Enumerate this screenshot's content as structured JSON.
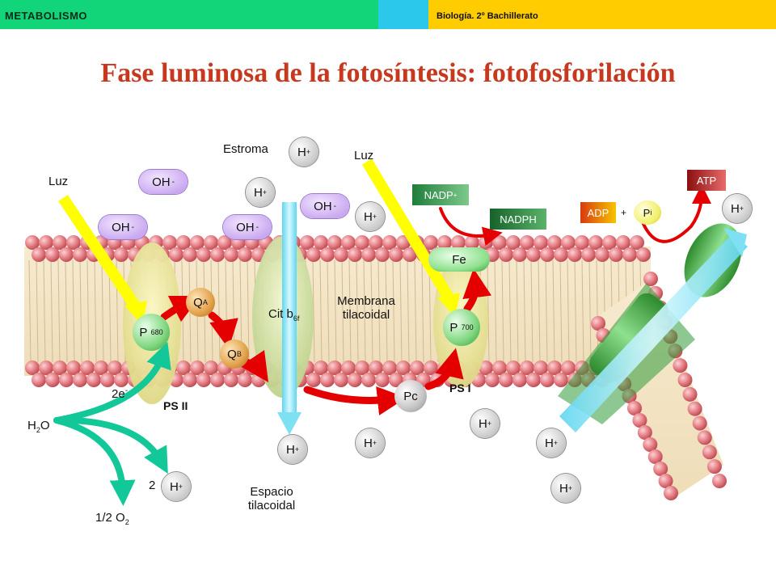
{
  "header": {
    "left": "METABOLISMO",
    "right": "Biología. 2º Bachillerato"
  },
  "title": "Fase luminosa de la fotosíntesis: fotofosforilación",
  "labels": {
    "estroma": "Estroma",
    "luz": "Luz",
    "cit_b6f": "Cit b",
    "cit_sub": "6f",
    "membrana_l1": "Membrana",
    "membrana_l2": "tilacoidal",
    "espacio_l1": "Espacio",
    "espacio_l2": "tilacoidal",
    "ps2": "PS II",
    "ps1": "PS I",
    "two_e": "2e",
    "two_e_sup": "-",
    "h2o_a": "H",
    "h2o_sub": "2",
    "h2o_b": "O",
    "o2_a": "1/2 O",
    "o2_sub": "2",
    "two": "2",
    "plus": "+"
  },
  "molecules": {
    "h": "H",
    "h_sup": "+",
    "oh": "OH",
    "oh_sup": "-",
    "p680": "P",
    "p680_sub": "680",
    "p700": "P",
    "p700_sub": "700",
    "qa": "Q",
    "qa_sub": "A",
    "qb": "Q",
    "qb_sub": "B",
    "pc": "Pc",
    "fe": "Fe",
    "nadp": "NADP",
    "nadp_sup": "+",
    "nadph": "NADPH",
    "adp": "ADP",
    "pi": "P",
    "pi_sub": "i",
    "atp": "ATP"
  },
  "colors": {
    "accent_title": "#c8381f",
    "header_green": "#12d57a",
    "header_cyan": "#2cc8ec",
    "header_yellow": "#ffcc00",
    "membrane_bead": "#e67f86",
    "arrow_red": "#e40000",
    "arrow_teal": "#12c898",
    "light_yellow": "#ffff00",
    "channel_cyan": "#8ae8f8"
  }
}
